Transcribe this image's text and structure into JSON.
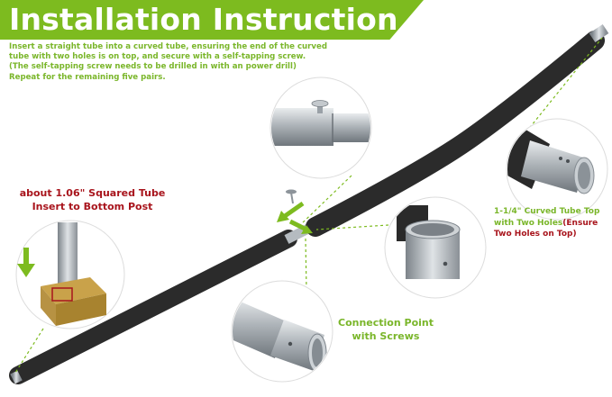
{
  "header": {
    "title": "Installation Instruction"
  },
  "instructions": {
    "line1": "Insert a straight tube into a curved tube, ensuring the end of the curved",
    "line2": "tube with two holes is on top, and secure with a self-tapping screw.",
    "line3": "(The self-tapping screw needs to be drilled in with an power drill)",
    "line4": "Repeat for the remaining five pairs."
  },
  "callouts": {
    "squared_tube": {
      "line1": "about 1.06\" Squared Tube",
      "line2": "Insert to Bottom Post"
    },
    "curved_tube": {
      "line1": "1-1/4\" Curved Tube Top",
      "line2_a": "with Two Holes",
      "line2_b": "(Ensure",
      "line3": "Two Holes on Top)"
    },
    "connection": {
      "line1": "Connection Point",
      "line2": "with Screws"
    }
  },
  "colors": {
    "accent_green": "#7dbb1f",
    "text_green": "#7ab62a",
    "text_red": "#a8141c",
    "foam": "#2b2b2b",
    "metal": "#b9bec3"
  },
  "icons": [
    "screw-icon",
    "arrow-down-icon",
    "arrow-diagonal-icon"
  ]
}
